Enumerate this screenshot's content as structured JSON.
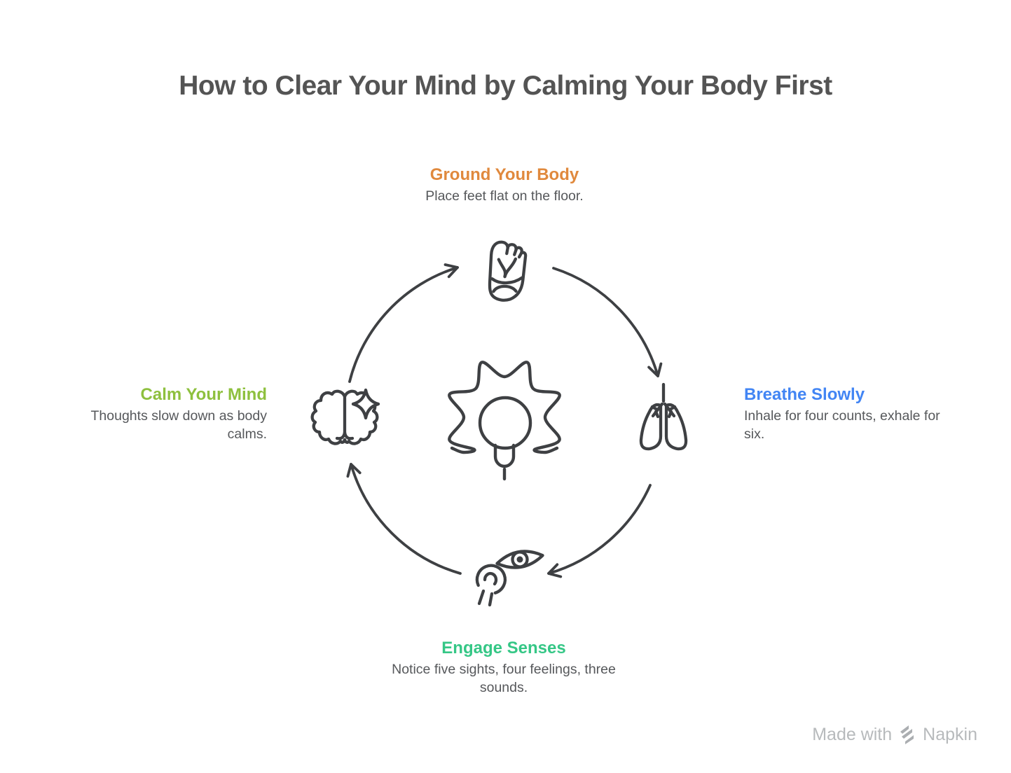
{
  "title": "How to Clear Your Mind by Calming Your Body First",
  "steps": {
    "top": {
      "label": "Ground Your Body",
      "description": "Place feet flat on the floor.",
      "color": "#E0893D",
      "icon": "foot-icon"
    },
    "right": {
      "label": "Breathe Slowly",
      "description": "Inhale for four counts, exhale for six.",
      "color": "#4285F4",
      "icon": "lungs-icon"
    },
    "bottom": {
      "label": "Engage Senses",
      "description": "Notice five sights, four feelings, three sounds.",
      "color": "#35C786",
      "icon": "ear-eye-icon"
    },
    "left": {
      "label": "Calm Your Mind",
      "description": "Thoughts slow down as body calms.",
      "color": "#8EC03E",
      "icon": "brain-sparkle-icon"
    }
  },
  "center_icon": "gear-bulb-icon",
  "cycle": {
    "direction": "clockwise",
    "arrow_count": 4
  },
  "colors": {
    "line": "#3E4043",
    "title_text": "#545454",
    "body_text": "#56585B",
    "footer_text": "#B7BABC"
  },
  "footer": {
    "made_with": "Made with",
    "brand": "Napkin"
  }
}
